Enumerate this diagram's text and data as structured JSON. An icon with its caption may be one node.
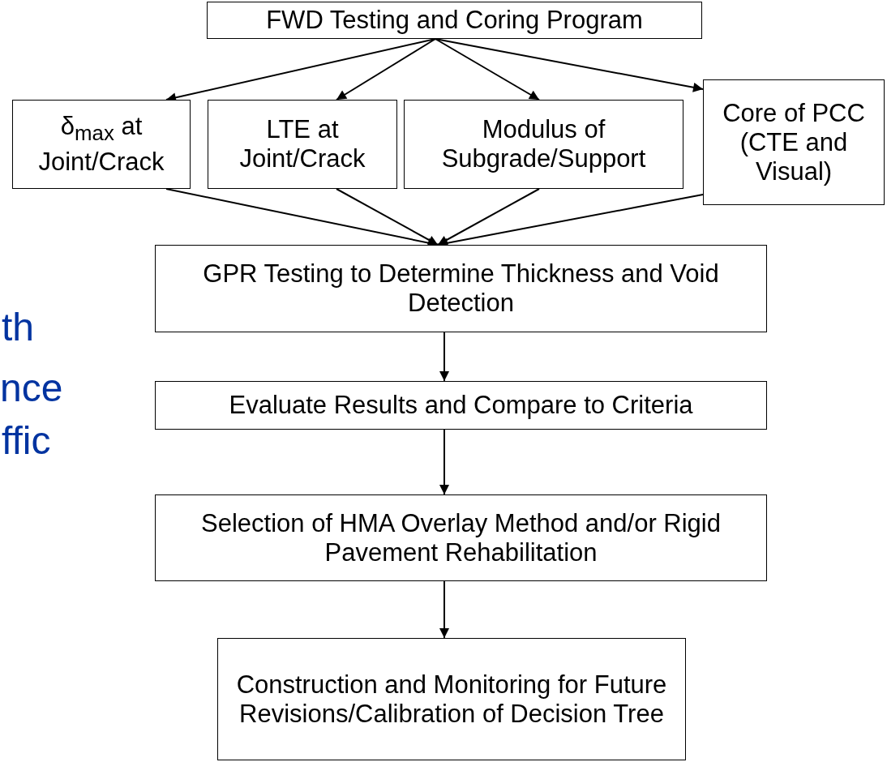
{
  "diagram": {
    "nodes": [
      {
        "text": [
          "FWD Testing and Coring Program"
        ]
      },
      {
        "text": [
          "δ$_{max}$ at Joint/Crack"
        ]
      },
      {
        "text": [
          "LTE at Joint/Crack"
        ]
      },
      {
        "text": [
          "Modulus of Subgrade/Support"
        ]
      },
      {
        "text": [
          "Core of PCC (CTE and Visual)"
        ]
      },
      {
        "text": [
          "GPR Testing to Determine Thickness and Void Detection"
        ]
      },
      {
        "text": [
          "Evaluate Results and Compare to Criteria"
        ]
      },
      {
        "text": [
          "Selection of HMA Overlay Method and/or Rigid Pavement Rehabilitation"
        ]
      },
      {
        "text": [
          "Construction and Monitoring for Future Revisions/Calibration of Decision Tree"
        ]
      }
    ],
    "edges": [
      {
        "from": 0,
        "to": 1,
        "arrow": "to"
      },
      {
        "from": 0,
        "to": 2,
        "arrow": "to"
      },
      {
        "from": 0,
        "to": 3,
        "arrow": "to"
      },
      {
        "from": 0,
        "to": 4,
        "arrow": "to"
      },
      {
        "from": 1,
        "to": 5,
        "arrow": "to"
      },
      {
        "from": 2,
        "to": 5,
        "arrow": "to"
      },
      {
        "from": 3,
        "to": 5,
        "arrow": "to"
      },
      {
        "from": 4,
        "to": 5,
        "arrow": "to"
      },
      {
        "from": 5,
        "to": 6,
        "arrow": "to"
      },
      {
        "from": 6,
        "to": 7,
        "arrow": "to"
      },
      {
        "from": 7,
        "to": 8,
        "arrow": "to"
      }
    ],
    "labels": [
      "th",
      "nce",
      "ffic"
    ]
  }
}
